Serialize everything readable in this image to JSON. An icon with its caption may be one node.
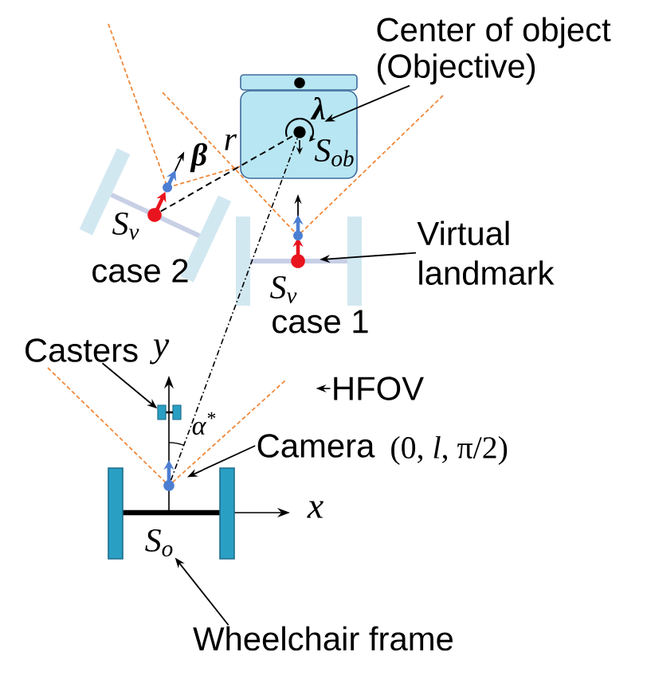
{
  "diagram": {
    "nodes": [
      {
        "text": [
          "Center of object (Objective)"
        ]
      },
      {
        "text": [
          "λ",
          "S$_{ob}$"
        ]
      },
      {
        "text": [],
        "shape": "circle",
        "in": 1
      },
      {
        "text": [],
        "shape": "circle"
      },
      {
        "text": [
          "Virtual landmark"
        ]
      },
      {
        "text": [],
        "shape": "circle"
      },
      {
        "text": [
          "Casters"
        ]
      },
      {
        "text": [],
        "shape": "box"
      },
      {
        "text": [
          "HFOV"
        ]
      },
      {
        "text": [
          "Camera"
        ]
      },
      {
        "text": [],
        "shape": "circle"
      },
      {
        "text": [
          "S$_{o}$"
        ]
      },
      {
        "text": [
          "Wheelchair frame"
        ]
      }
    ],
    "edges": [
      {
        "from": 0,
        "to": 2,
        "arrow": "to"
      },
      {
        "from": 4,
        "to": 5,
        "arrow": "to"
      },
      {
        "from": 6,
        "to": 7,
        "arrow": "to"
      },
      {
        "from": 8,
        "to": null,
        "arrow": "to"
      },
      {
        "from": 9,
        "to": 10,
        "arrow": "to"
      },
      {
        "from": 12,
        "to": 11,
        "arrow": "to"
      },
      {
        "from": 3,
        "to": 2,
        "arrow": "none",
        "style": "dashed",
        "label": "r"
      },
      {
        "from": 10,
        "to": 2,
        "arrow": "none",
        "style": "dashed"
      }
    ],
    "labels": [
      "β",
      "S$_{v}$",
      "case 2",
      "S$_{v}$",
      "case 1",
      "y",
      "α$^{*}$",
      "(0, *l*, π/2)",
      "x"
    ]
  }
}
